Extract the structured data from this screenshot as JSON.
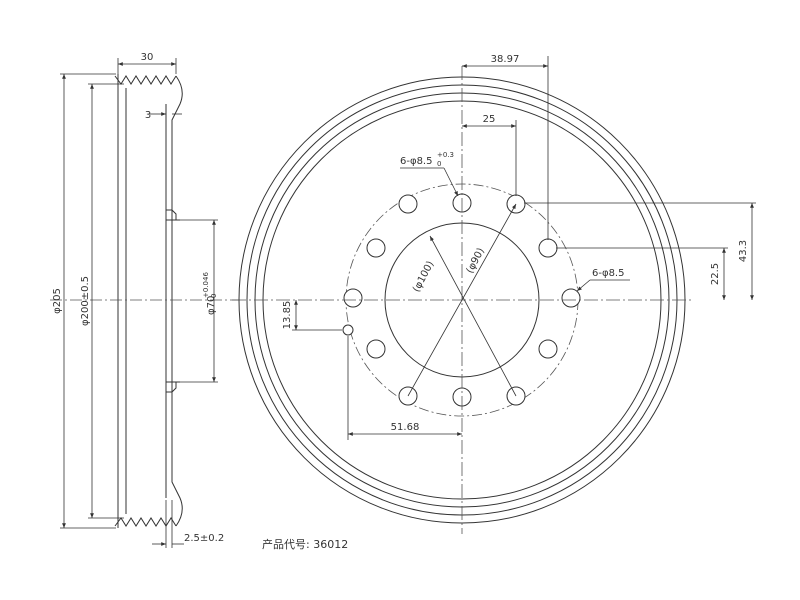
{
  "labels": {
    "side_width": "30",
    "flange_thickness": "3",
    "outer_dia": "φ205",
    "seat_dia": "φ200±0.5",
    "bore_dia": "φ70",
    "bore_tol_upper": "+0.046",
    "bore_tol_lower": "0",
    "web_thickness": "2.5±0.2",
    "offset_38": "38.97",
    "offset_25": "25",
    "hole_callout_top": "6-φ8.5",
    "hole_callout_top_tol_upper": "+0.3",
    "hole_callout_top_tol_lower": "0",
    "pcd_100": "(φ100)",
    "pcd_90": "(φ90)",
    "hole_callout_right": "6-φ8.5",
    "height_43": "43.3",
    "height_22": "22.5",
    "height_13": "13.85",
    "offset_51": "51.68"
  },
  "product_code": "产品代号: 36012",
  "colors": {
    "line": "#333333",
    "center_line": "#555555"
  }
}
